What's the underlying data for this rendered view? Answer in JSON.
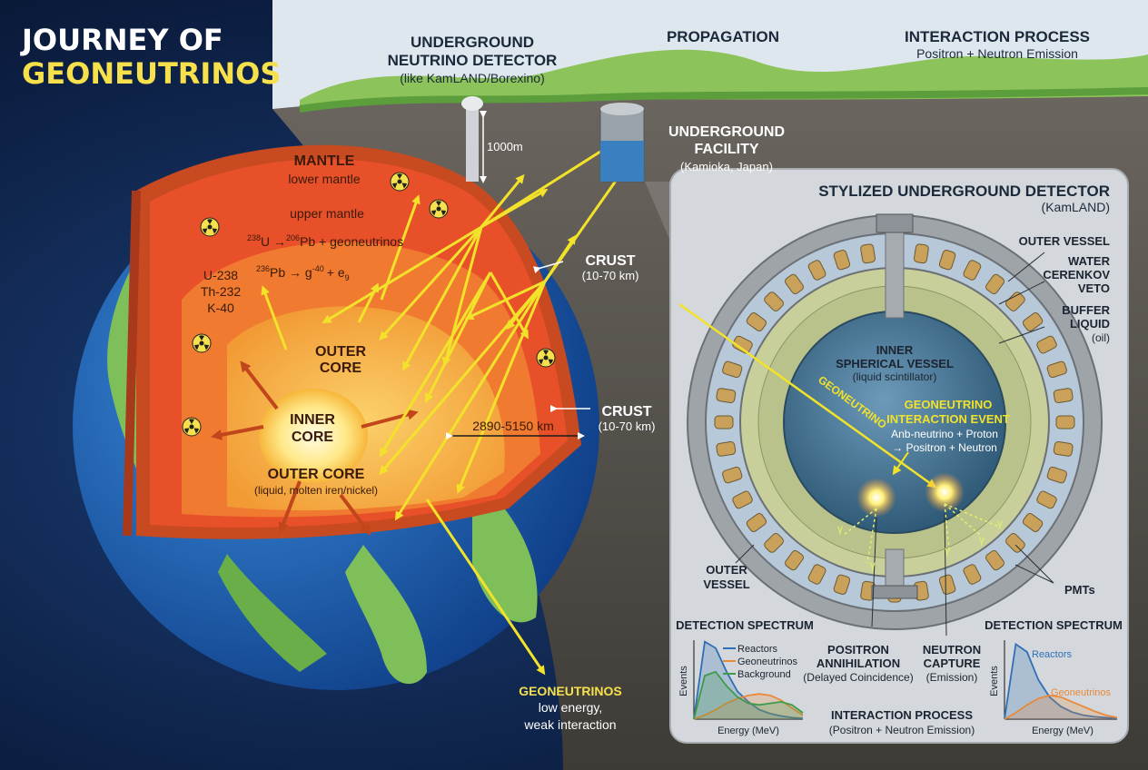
{
  "title": {
    "line1": "JOURNEY OF",
    "line2": "GEONEUTRINOS"
  },
  "top_labels": {
    "detector": {
      "line1": "UNDERGROUND",
      "line2": "NEUTRINO DETECTOR",
      "sub": "(like KamLAND/Borexino)"
    },
    "propagation": "PROPAGATION",
    "interaction": {
      "title": "INTERACTION PROCESS",
      "sub": "Positron + Neutron Emission"
    }
  },
  "depth_label": "1000m",
  "facility": {
    "line1": "UNDERGROUND",
    "line2": "FACILITY",
    "sub": "(Kamioka, Japan)"
  },
  "earth": {
    "mantle": "MANTLE",
    "lower_mantle": "lower mantle",
    "upper_mantle": "upper mantle",
    "decay_1_sup_a": "238",
    "decay_1_mid": "U →",
    "decay_1_sup_b": "206",
    "decay_1_rest": "Pb + geoneutrinos",
    "decay_2_sup_a": "236",
    "decay_2_text": "Pb → g",
    "decay_2_sup_b": "-40",
    "decay_2_rest": "+ e",
    "decay_2_subscript": "9",
    "isotopes": [
      "U-238",
      "Th-232",
      "K-40"
    ],
    "outer_core_upper": {
      "line1": "OUTER",
      "line2": "CORE"
    },
    "inner_core": {
      "line1": "INNER",
      "line2": "CORE"
    },
    "outer_core_lower": {
      "title": "OUTER CORE",
      "sub": "(liquid, molten iren/nickel)"
    },
    "depth_range": "2890-5150 km",
    "crust_top": {
      "title": "CRUST",
      "sub": "(10-70 km)"
    },
    "crust_side": {
      "title": "CRUST",
      "sub": "(10-70 km)"
    }
  },
  "geoneutrinos_label": {
    "title": "GEONEUTRINOS",
    "line1": "low energy,",
    "line2": "weak interaction"
  },
  "detector_panel": {
    "title": "STYLIZED UNDERGROUND DETECTOR",
    "subtitle": "(KamLAND)",
    "outer_vessel_right": "OUTER VESSEL",
    "water_veto": [
      "WATER",
      "CERENKOV",
      "VETO"
    ],
    "buffer": [
      "BUFFER",
      "LIQUID",
      "(oil)"
    ],
    "inner_vessel": [
      "INNER",
      "SPHERICAL VESSEL",
      "(liquid scintillator)"
    ],
    "geoneutrino_beam": "GEONEUTRINO",
    "event": [
      "GEONEUTRINO",
      "INTERACTION EVENT",
      "Anb-neutrino + Proton",
      "→ Positron + Neutron"
    ],
    "outer_vessel_left": [
      "OUTER",
      "VESSEL"
    ],
    "pmts": "PMTs",
    "gamma": "γ",
    "positron": [
      "POSITRON",
      "ANNIHILATION",
      "(Delayed Coincidence)"
    ],
    "neutron": [
      "NEUTRON",
      "CAPTURE",
      "(Emission)"
    ],
    "bottom_title": "INTERACTION PROCESS",
    "bottom_sub": "(Positron + Neutron Emission)"
  },
  "colors": {
    "space": "#0b1e3d",
    "ocean": "#1f6fc4",
    "land": "#7fbf5a",
    "mantle": "#e8502a",
    "upper_mantle": "#f07a30",
    "outer_core": "#f6a83a",
    "inner_core": "#fff4c0",
    "arrow": "#f2e22a",
    "rock": "#5a5650",
    "grass": "#6fae45",
    "sky": "#dfe7ee",
    "panel": "#d7dadd",
    "reactors": "#2f6fb5",
    "geoneutrinos": "#e88a3a",
    "background": "#3f9b4a"
  },
  "chart_data": [
    {
      "type": "line",
      "title": "DETECTION SPECTRUM",
      "xlabel": "Energy (MeV)",
      "ylabel": "Events",
      "legend_position": "top-right",
      "x": [
        0,
        1,
        2,
        3,
        4,
        5,
        6,
        7,
        8,
        9,
        10
      ],
      "series": [
        {
          "name": "Reactors",
          "values": [
            0,
            0.98,
            0.9,
            0.6,
            0.35,
            0.22,
            0.12,
            0.07,
            0.04,
            0.02,
            0.01
          ]
        },
        {
          "name": "Geoneutrinos",
          "values": [
            0,
            0.05,
            0.12,
            0.2,
            0.26,
            0.3,
            0.32,
            0.3,
            0.24,
            0.14,
            0.05
          ]
        },
        {
          "name": "Background",
          "values": [
            0,
            0.55,
            0.6,
            0.42,
            0.28,
            0.2,
            0.18,
            0.2,
            0.22,
            0.18,
            0.08
          ]
        }
      ]
    },
    {
      "type": "line",
      "title": "DETECTION SPECTRUM",
      "xlabel": "Energy (MeV)",
      "ylabel": "Events",
      "legend_position": "inside",
      "x": [
        0,
        1,
        2,
        3,
        4,
        5,
        6,
        7,
        8,
        9,
        10
      ],
      "series": [
        {
          "name": "Reactors",
          "values": [
            0,
            0.95,
            0.85,
            0.5,
            0.28,
            0.16,
            0.09,
            0.05,
            0.03,
            0.02,
            0.01
          ]
        },
        {
          "name": "Geoneutrinos",
          "values": [
            0,
            0.08,
            0.18,
            0.26,
            0.3,
            0.28,
            0.22,
            0.16,
            0.1,
            0.05,
            0.02
          ]
        }
      ]
    }
  ]
}
